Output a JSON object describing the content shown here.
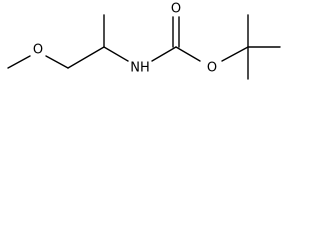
{
  "molecule": {
    "atoms": {
      "ether_oxygen": "O",
      "amine_nitrogen": "NH",
      "carbonyl_oxygen": "O",
      "ester_oxygen": "O"
    },
    "colors": {
      "bonds": "#000000",
      "labels": "#000000",
      "background": "#ffffff"
    }
  }
}
